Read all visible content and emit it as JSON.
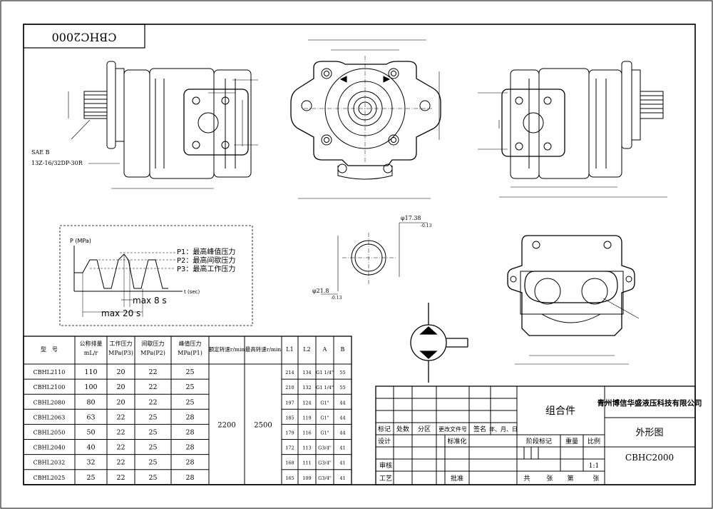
{
  "drawing_code": "CBHC2000",
  "shaft_labels": {
    "spline": "SAE B",
    "spline_spec": "13Z-16/32DP-30R",
    "outer_dia": "φ17.38",
    "outer_tol": "-0.13",
    "root_dia": "φ21.8",
    "root_tol": "-0.13"
  },
  "pressure_graph": {
    "y_axis": "P (MPa)",
    "x_axis": "t (sec)",
    "p1": "P1：最高峰值压力",
    "p2": "P2：最高间歇压力",
    "p3": "P3：最高工作压力",
    "max_short": "max 8 s",
    "max_long": "max 20 s"
  },
  "spec_table": {
    "headers": [
      "型　号",
      "公称排量\nmL/r",
      "工作压力\nMPa(P3)",
      "间歇压力\nMPa(P2)",
      "峰值压力\nMPa(P1)",
      "额定转速r/min",
      "最高转速r/min",
      "L1",
      "L2",
      "A",
      "B"
    ],
    "rated_speed": "2200",
    "max_speed": "2500",
    "rows": [
      [
        "CBHL2110",
        "110",
        "20",
        "22",
        "25",
        "214",
        "134",
        "G1 1/4\"",
        "55"
      ],
      [
        "CBHL2100",
        "100",
        "20",
        "22",
        "25",
        "210",
        "132",
        "G1 1/4\"",
        "55"
      ],
      [
        "CBHL2080",
        "80",
        "20",
        "22",
        "25",
        "197",
        "124",
        "G1\"",
        "44"
      ],
      [
        "CBHL2063",
        "63",
        "22",
        "25",
        "28",
        "185",
        "119",
        "G1\"",
        "44"
      ],
      [
        "CBHL2050",
        "50",
        "22",
        "25",
        "28",
        "179",
        "116",
        "G1\"",
        "44"
      ],
      [
        "CBHL2040",
        "40",
        "22",
        "25",
        "28",
        "172",
        "113",
        "G3/4\"",
        "41"
      ],
      [
        "CBHL2032",
        "32",
        "22",
        "25",
        "28",
        "168",
        "111",
        "G3/4\"",
        "41"
      ],
      [
        "CBHL2025",
        "25",
        "22",
        "25",
        "28",
        "165",
        "109",
        "G3/4\"",
        "41"
      ]
    ]
  },
  "title_block": {
    "company": "青州博信华盛液压科技有限公司",
    "assembly": "组合件",
    "drawing_title": "外形图",
    "drawing_number": "CBHC2000",
    "rev_headers": [
      "标记",
      "处数",
      "分区",
      "更改文件号",
      "签名",
      "年、月、日"
    ],
    "design": "设计",
    "standardize": "标准化",
    "check": "审核",
    "process": "工艺",
    "approve": "批准",
    "stage_mark": "阶段标记",
    "weight": "重量",
    "scale_label": "比例",
    "scale": "1:1",
    "sheets_total": "共",
    "sheets_unit1": "张",
    "sheet_no": "第",
    "sheets_unit2": "张"
  }
}
